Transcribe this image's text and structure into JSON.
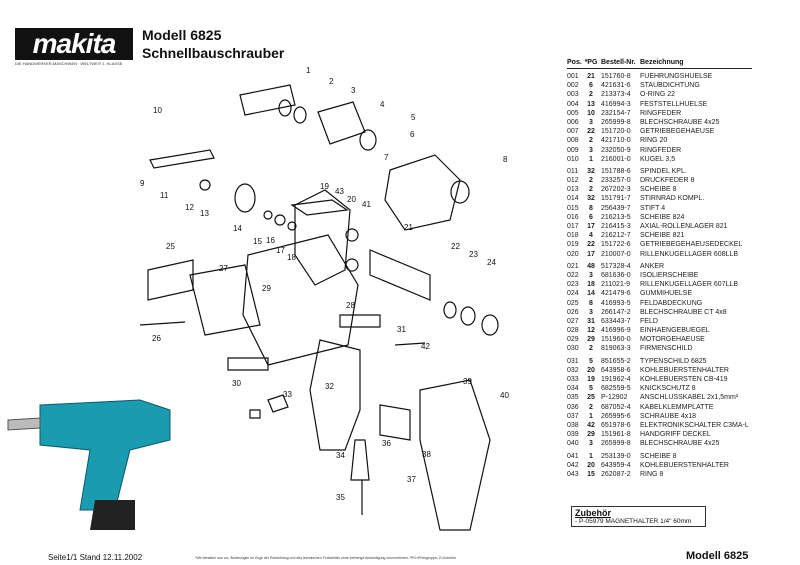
{
  "header": {
    "logo": "makita",
    "logo_tagline": "DIE HANDWERKER-MASCHINEN · WELTWEIT 1. KLASSE",
    "model": "Modell 6825",
    "product": "Schnellbauschrauber"
  },
  "parts_table": {
    "headers": [
      "Pos.",
      "*PG",
      "Bestell-Nr.",
      "Bezeichnung"
    ],
    "rows": [
      [
        "001",
        "21",
        "151760-8",
        "FUEHRUNGSHUELSE"
      ],
      [
        "002",
        "6",
        "421631-6",
        "STAUBDICHTUNG"
      ],
      [
        "003",
        "2",
        "213373-4",
        "O-RING 22"
      ],
      [
        "004",
        "13",
        "416994-3",
        "FESTSTELLHUELSE"
      ],
      [
        "005",
        "10",
        "232154-7",
        "RINGFEDER"
      ],
      [
        "006",
        "3",
        "265999-8",
        "BLECHSCHRAUBE 4x25"
      ],
      [
        "007",
        "22",
        "151720-0",
        "GETRIEBEGEHAEUSE"
      ],
      [
        "008",
        "2",
        "421710-0",
        "RING 20"
      ],
      [
        "009",
        "3",
        "232050-9",
        "RINGFEDER"
      ],
      [
        "010",
        "1",
        "216001-0",
        "KUGEL 3,5"
      ],
      [
        "011",
        "32",
        "151788-6",
        "SPINDEL KPL."
      ],
      [
        "012",
        "2",
        "233257-0",
        "DRUCKFEDER 8"
      ],
      [
        "013",
        "2",
        "267202-3",
        "SCHEIBE 8"
      ],
      [
        "014",
        "32",
        "151791-7",
        "STIRNRAD KOMPL."
      ],
      [
        "015",
        "8",
        "256439-7",
        "STIFT 4"
      ],
      [
        "016",
        "6",
        "216213-5",
        "SCHEIBE 824"
      ],
      [
        "017",
        "17",
        "216415-3",
        "AXIAL-ROLLENLAGER 821"
      ],
      [
        "018",
        "4",
        "216212-7",
        "SCHEIBE 821"
      ],
      [
        "019",
        "22",
        "151722-6",
        "GETRIEBEGEHAEUSEDECKEL"
      ],
      [
        "020",
        "17",
        "210007-0",
        "RILLENKUGELLAGER 608LLB"
      ],
      [
        "021",
        "48",
        "517328-4",
        "ANKER"
      ],
      [
        "022",
        "3",
        "681636-0",
        "ISOLIERSCHEIBE"
      ],
      [
        "023",
        "18",
        "211021-9",
        "RILLENKUGELLAGER 607LLB"
      ],
      [
        "024",
        "14",
        "421479-6",
        "GUMMIHUELSE"
      ],
      [
        "025",
        "8",
        "416993-5",
        "FELDABDECKUNG"
      ],
      [
        "026",
        "3",
        "266147-2",
        "BLECHSCHRAUBE CT 4x8"
      ],
      [
        "027",
        "31",
        "633443-7",
        "FELD"
      ],
      [
        "028",
        "12",
        "416996-9",
        "EINHAENGEBUEGEL"
      ],
      [
        "029",
        "29",
        "151960-0",
        "MOTORGEHAEUSE"
      ],
      [
        "030",
        "2",
        "819063-3",
        "FIRMENSCHILD"
      ],
      [
        "031",
        "5",
        "851655-2",
        "TYPENSCHILD 6825"
      ],
      [
        "032",
        "20",
        "643958-6",
        "KOHLEBUERSTENHALTER"
      ],
      [
        "033",
        "19",
        "191962-4",
        "KOHLEBUERSTEN CB-419"
      ],
      [
        "034",
        "5",
        "682559-5",
        "KNICKSCHUTZ 8"
      ],
      [
        "035",
        "25",
        "P-12902",
        "ANSCHLUSSKABEL 2x1,5mm²"
      ],
      [
        "036",
        "2",
        "687052-4",
        "KABELKLEMMPLATTE"
      ],
      [
        "037",
        "1",
        "265995-6",
        "SCHRAUBE 4x18"
      ],
      [
        "038",
        "42",
        "651978-6",
        "ELEKTRONIKSCHALTER C3MA-L"
      ],
      [
        "039",
        "29",
        "151961-8",
        "HANDGRIFF DECKEL"
      ],
      [
        "040",
        "3",
        "265999-8",
        "BLECHSCHRAUBE 4x25"
      ],
      [
        "041",
        "1",
        "253139-0",
        "SCHEIBE 8"
      ],
      [
        "042",
        "20",
        "643959-4",
        "KOHLEBUERSTENHALTER"
      ],
      [
        "043",
        "15",
        "262087-2",
        "RING 8"
      ]
    ]
  },
  "accessories": {
    "title": "Zubehör",
    "item": "- P-05979   MAGNETHALTER  1/4\" 60mm"
  },
  "footer": {
    "page": "Seite1/1   Stand 12.11.2002",
    "disclaimer": "*Wir behalten uns vor, Änderungen im Zuge der Entwicklung und des technischen Fortschritts ohne vorherige Ankündigung vorzunehmen. *PG=Preisgruppe; Z=Zubehör",
    "model": "Modell 6825"
  },
  "diagram": {
    "labels": [
      "1",
      "2",
      "3",
      "4",
      "5",
      "6",
      "7",
      "8",
      "9",
      "10",
      "11",
      "12",
      "13",
      "14",
      "15",
      "16",
      "17",
      "18",
      "19",
      "20",
      "21",
      "22",
      "23",
      "24",
      "25",
      "26",
      "27",
      "28",
      "29",
      "30",
      "31",
      "32",
      "33",
      "34",
      "35",
      "36",
      "37",
      "38",
      "39",
      "40",
      "41",
      "42",
      "43"
    ]
  },
  "colors": {
    "tool_body": "#1a9bb0",
    "ink": "#111111"
  }
}
